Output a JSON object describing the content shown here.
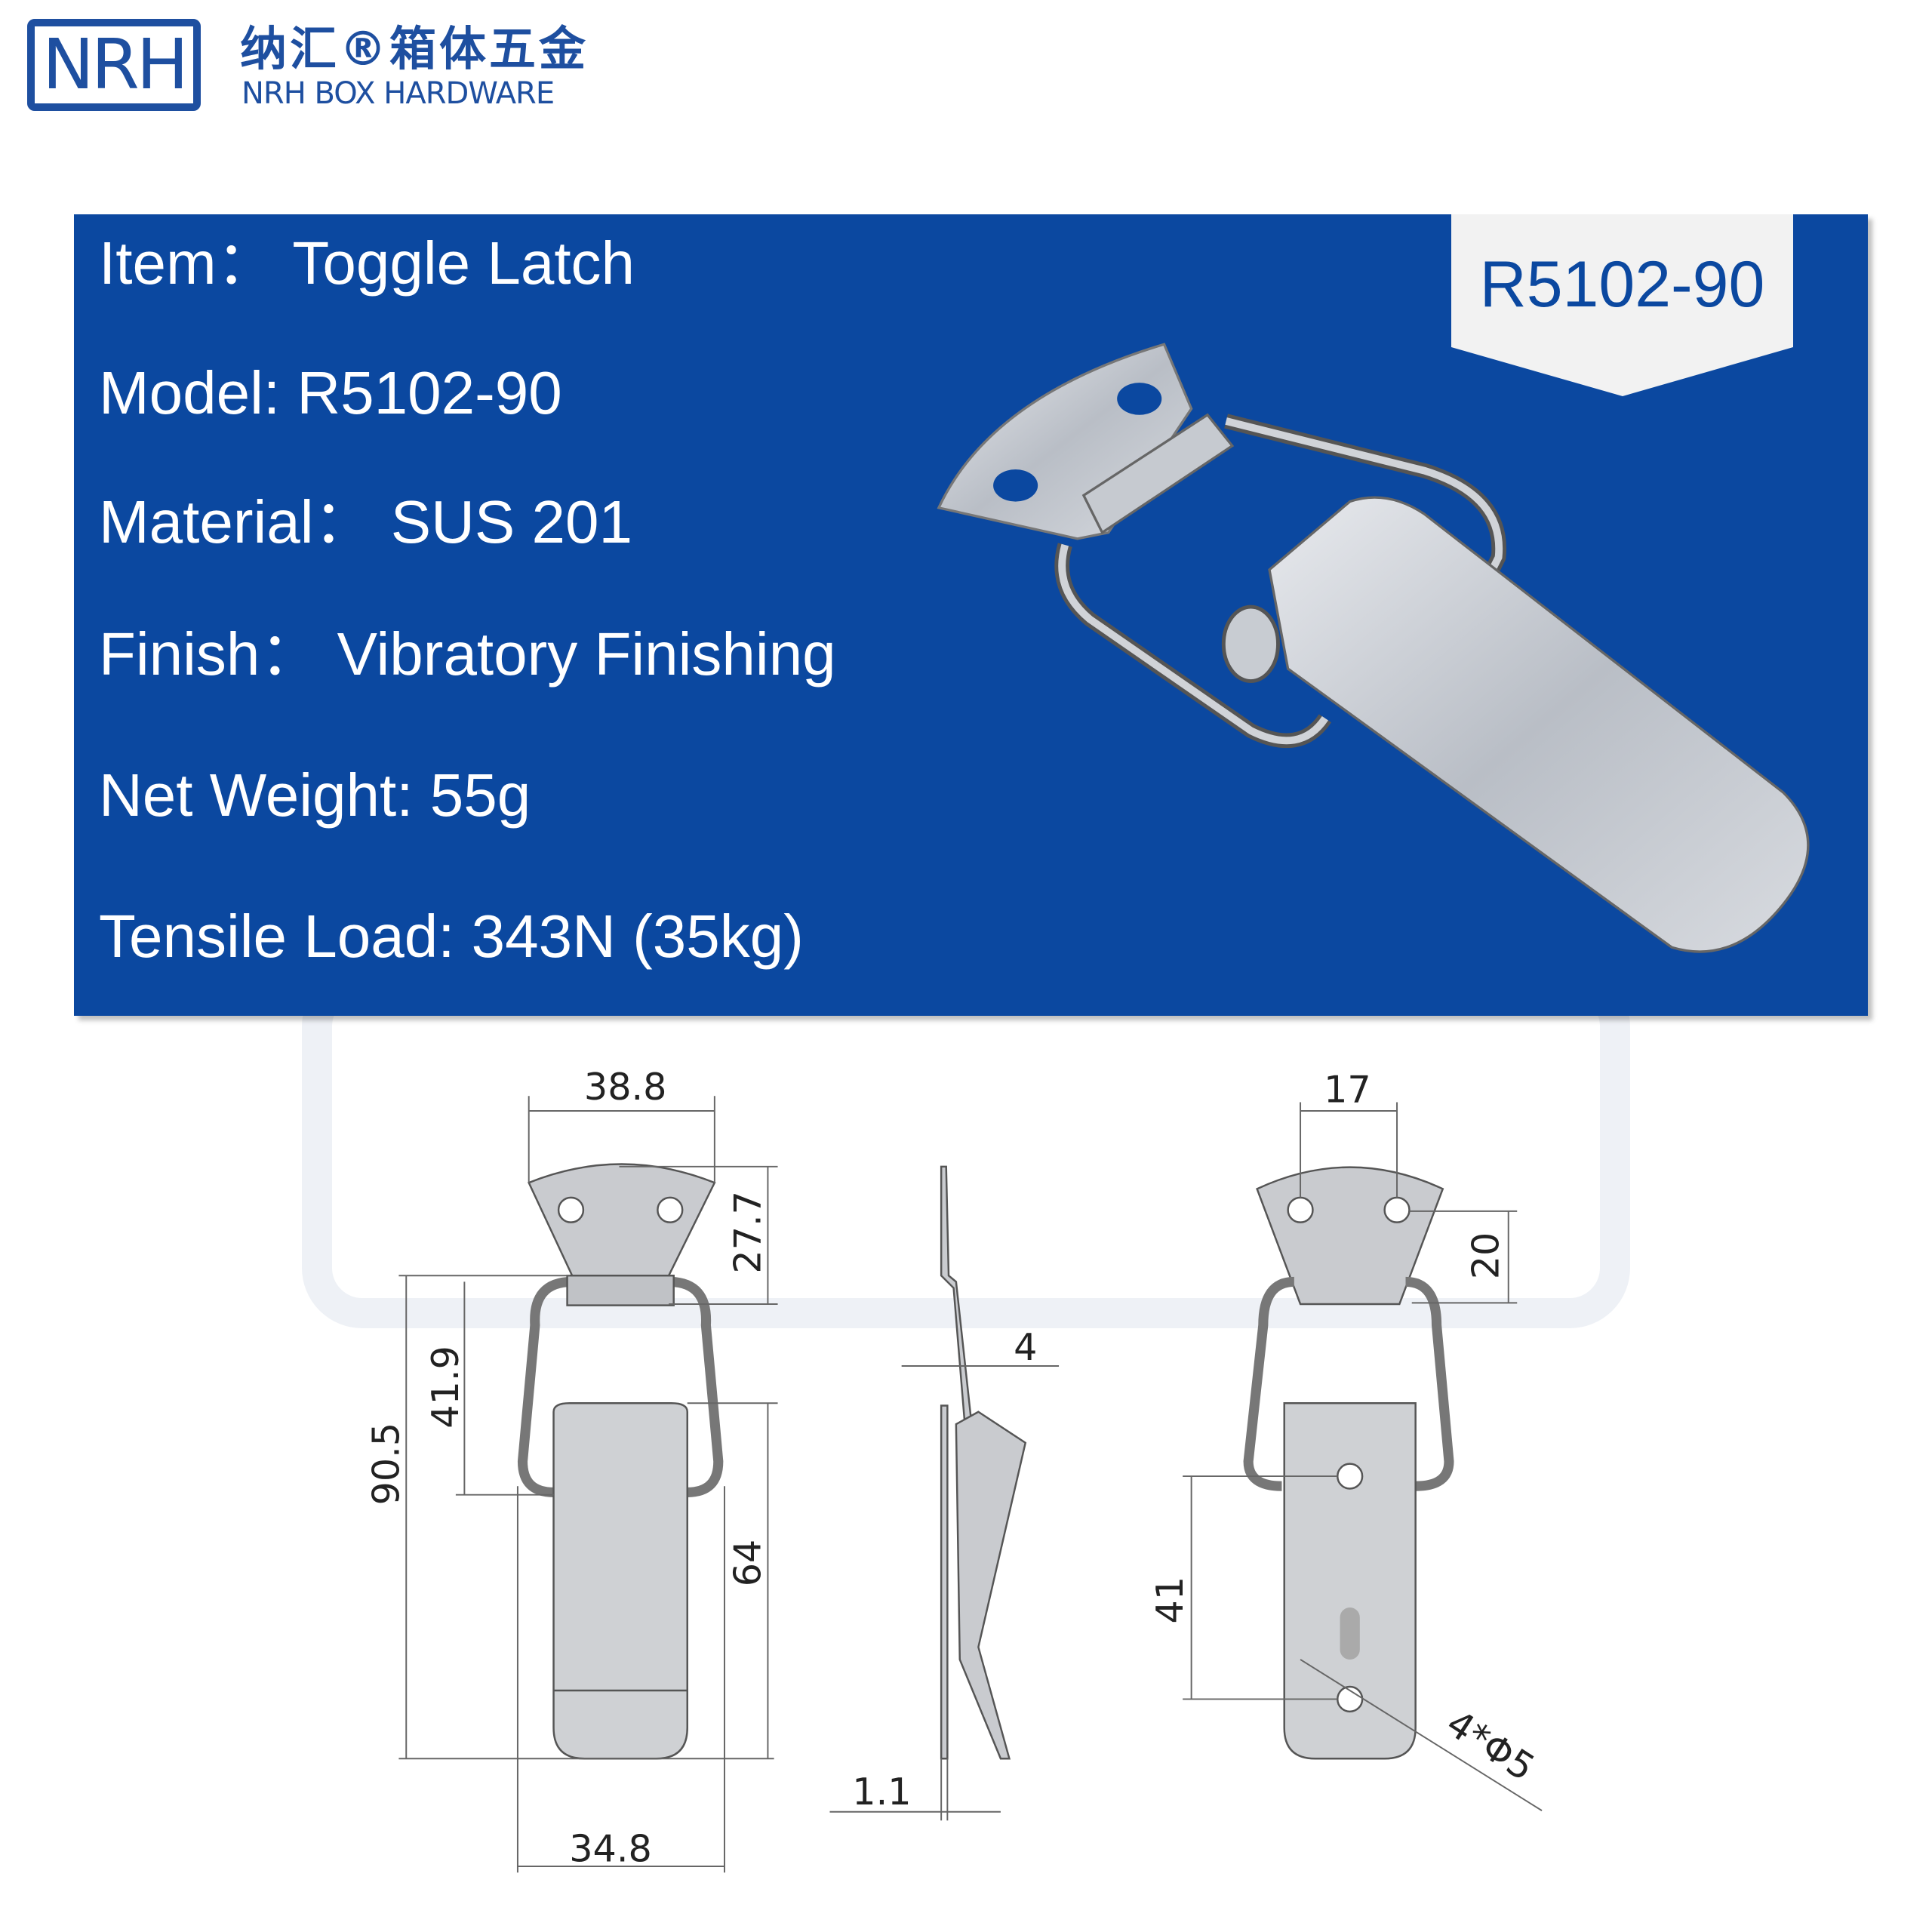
{
  "logo": {
    "mark": "NRH",
    "chinese_name": "纳汇®箱体五金",
    "english_name": "NRH BOX HARDWARE",
    "brand_color": "#1e4fa0"
  },
  "badge": {
    "model": "R5102-90"
  },
  "specs": [
    "Item：  Toggle Latch",
    "Model: R5102-90",
    "Material：  SUS 201",
    "Finish：  Vibratory Finishing",
    "Net Weight: 55g",
    "Tensile Load: 343N (35kg)"
  ],
  "panel_color": "#0b48a0",
  "dimensions": {
    "top_width": "38.8",
    "plate_height": "27.7",
    "total_length": "90.5",
    "bail_length": "41.9",
    "body_length": "64",
    "body_width": "34.8",
    "thickness": "4",
    "sheet": "1.1",
    "hole_spacing": "17",
    "hole_offset": "20",
    "body_hole_spacing": "41",
    "holes": "4*Φ5"
  }
}
